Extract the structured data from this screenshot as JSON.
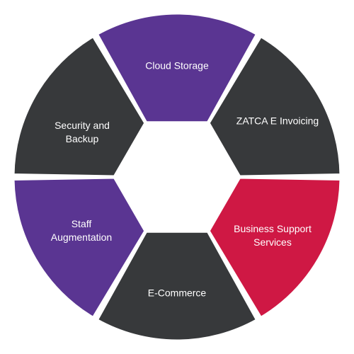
{
  "diagram": {
    "segments": [
      {
        "label": "Cloud Storage",
        "color": "#5a3592"
      },
      {
        "label": "ZATCA E Invoicing",
        "color": "#37393b"
      },
      {
        "label": "Business Support\nServices",
        "color": "#cf1844"
      },
      {
        "label": "E-Commerce",
        "color": "#37393b"
      },
      {
        "label": "Staff\nAugmentation",
        "color": "#5a3592"
      },
      {
        "label": "Security and\nBackup",
        "color": "#37393b"
      }
    ]
  }
}
